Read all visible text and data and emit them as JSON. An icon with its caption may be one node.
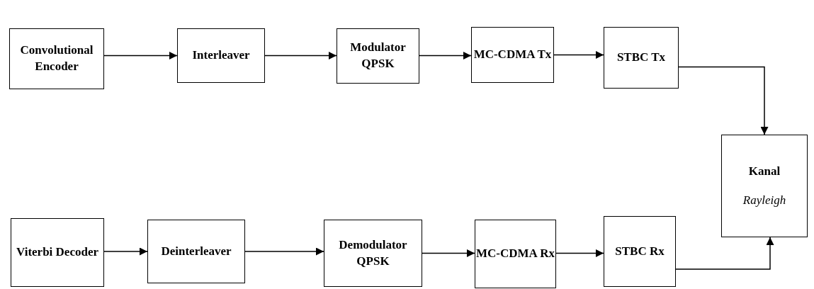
{
  "diagram": {
    "nodes": [
      {
        "text": [
          "Convolutional Encoder"
        ]
      },
      {
        "text": [
          "Interleaver"
        ]
      },
      {
        "text": [
          "Modulator QPSK"
        ]
      },
      {
        "text": [
          "MC-CDMA Tx"
        ]
      },
      {
        "text": [
          "STBC Tx"
        ]
      },
      {
        "text": [
          "Kanal",
          "Rayleigh"
        ]
      },
      {
        "text": [
          "Viterbi Decoder"
        ]
      },
      {
        "text": [
          "Deinterleaver"
        ]
      },
      {
        "text": [
          "Demodulator QPSK"
        ]
      },
      {
        "text": [
          "MC-CDMA Rx"
        ]
      },
      {
        "text": [
          "STBC Rx"
        ]
      }
    ],
    "edges": [
      {
        "from": 0,
        "to": 1,
        "arrow": "to"
      },
      {
        "from": 1,
        "to": 2,
        "arrow": "to"
      },
      {
        "from": 2,
        "to": 3,
        "arrow": "to"
      },
      {
        "from": 3,
        "to": 4,
        "arrow": "to"
      },
      {
        "from": 4,
        "to": 5,
        "arrow": "to"
      },
      {
        "from": 6,
        "to": 7,
        "arrow": "to"
      },
      {
        "from": 7,
        "to": 8,
        "arrow": "to"
      },
      {
        "from": 8,
        "to": 9,
        "arrow": "to"
      },
      {
        "from": 9,
        "to": 10,
        "arrow": "to"
      },
      {
        "from": 10,
        "to": 5,
        "arrow": "to"
      }
    ]
  }
}
